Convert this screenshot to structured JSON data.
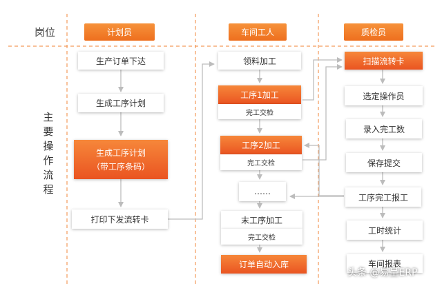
{
  "header": {
    "label": "岗位",
    "lanes": [
      "计划员",
      "车间工人",
      "质检员"
    ]
  },
  "side_label": [
    "主",
    "要",
    "操",
    "作",
    "流",
    "程"
  ],
  "planner": {
    "step1": "生产订单下达",
    "step2": "生成工序计划",
    "step3_line1": "生成工序计划",
    "step3_line2": "（带工序条码）",
    "step4": "打印下发流转卡"
  },
  "worker": {
    "pick": "领料加工",
    "proc1": "工序1加工",
    "check1": "完工交检",
    "proc2": "工序2加工",
    "check2": "完工交检",
    "dots": "……",
    "last": "末工序加工",
    "check3": "完工交检",
    "auto": "订单自动入库"
  },
  "qc": {
    "scan": "扫描流转卡",
    "select": "选定操作员",
    "enter": "录入完工数",
    "save": "保存提交",
    "report": "工序完工报工",
    "stats": "工时统计",
    "workshop": "车间报表"
  },
  "watermark": "头条 @易呈ERP",
  "colors": {
    "accent": "#ee6f1e",
    "divider": "#f39a5b",
    "connector": "#bcbcbc"
  }
}
